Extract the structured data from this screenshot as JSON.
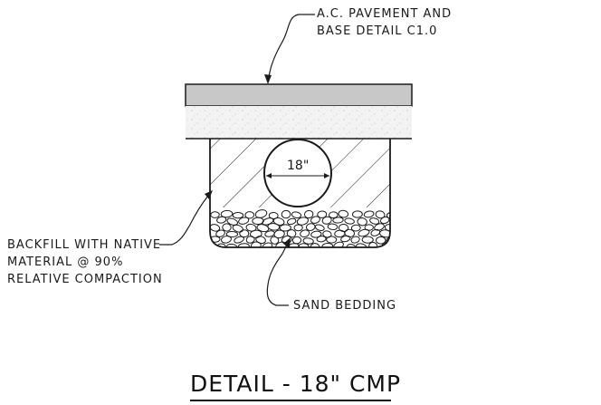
{
  "labels": {
    "pavement_line1": "A.C. PAVEMENT AND",
    "pavement_line2": "BASE DETAIL C1.0",
    "pipe_size": "18\"",
    "backfill_line1": "BACKFILL WITH NATIVE",
    "backfill_line2": "MATERIAL @ 90%",
    "backfill_line3": "RELATIVE COMPACTION",
    "bedding": "SAND BEDDING"
  },
  "title": "DETAIL - 18\" CMP",
  "colors": {
    "line": "#1a1a1a",
    "pavement_fill": "#c8c8c8",
    "base_fill": "#f3f3f3"
  }
}
